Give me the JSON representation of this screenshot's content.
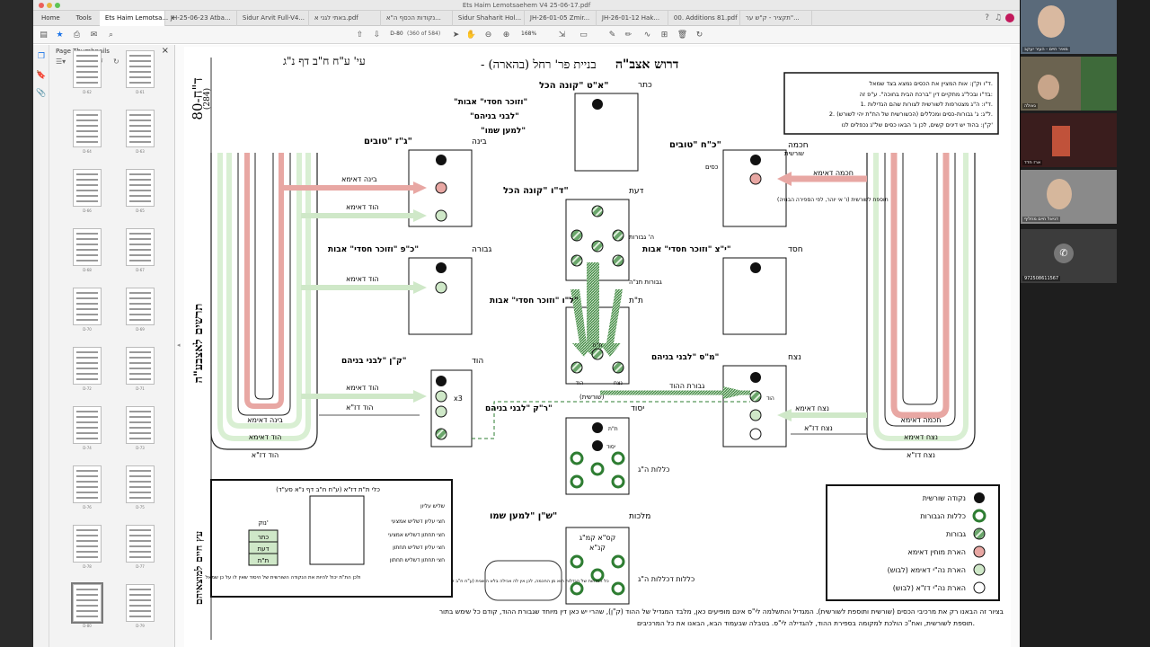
{
  "window": {
    "title": "Ets Haim Lemotsaehem V4 25-06-17.pdf"
  },
  "nav": {
    "home": "Home",
    "tools": "Tools"
  },
  "tabs": [
    "Ets Haim Lemotsa...",
    "JH-25-06-23 Atba...",
    "Sidur Arvit Full-V4...",
    "באתי לגני א.pdf",
    "נקודות הכסף ה\"א...",
    "Sidur Shaharit Hol...",
    "JH-26-01-05 Zmir...",
    "JH-26-01-12 Hak...",
    "00. Additions 81.pdf",
    "תקציר - ק\"ש ער\"..."
  ],
  "toolbar": {
    "page_value": "D-80",
    "page_count": "(360 of 584)",
    "zoom": "168%"
  },
  "thumbnails": {
    "title": "Page Thumbnails",
    "labels": [
      [
        "D-62",
        "D-61"
      ],
      [
        "D-64",
        "D-63"
      ],
      [
        "D-66",
        "D-65"
      ],
      [
        "D-68",
        "D-67"
      ],
      [
        "D-70",
        "D-69"
      ],
      [
        "D-72",
        "D-71"
      ],
      [
        "D-74",
        "D-73"
      ],
      [
        "D-76",
        "D-75"
      ],
      [
        "D-78",
        "D-77"
      ],
      [
        "D-80",
        "D-79"
      ]
    ]
  },
  "doc": {
    "vert_top": "80-ד\"ח",
    "vert_top2": "(284)",
    "vert_mid": "תרשים לאצבע\"ה",
    "vert_bot": "עץ חיים למוצאיהם",
    "title_main": "דרוש אצב\"ה",
    "title_sub": " - בניית פר' רחל (בהארה)",
    "ref": "עי' ע\"ח ח\"ב דף נ\"ג",
    "notes": [
      "ד\"ו וק\"ן: אות המציין את הכסים נמצא בצד שמאל.",
      "בד\"ו ובכל\"ג מתקיים דין \"ברכת הבית בחוכה\". ע\"פ זה:",
      "1. ד\"ו: ה\"ג מצטרפות לשורשית לצורות שהם הגדילות.",
      "2. ל\"ג: ג' גבורות-כסים ומכללים (הכשורשית של הת\"ת יהי לשורש).",
      "ק\"ן: בהוד יש דינים קשים, לכן ג' הבאו כסים של\"ג נכפלים לנו'"
    ],
    "sefirot": {
      "keter": "כתר",
      "keter_name": "א\"ט \"קונה הכל\"",
      "keter_l2": "\"וזוכר חסדי\" אבות\"",
      "keter_l3": "\"לבני בניהם\"",
      "keter_l4": "\"למען שמו\"",
      "chochma": "חכמה",
      "chochma_name": "כ\"ח \"טובים\"",
      "bina": "בינה",
      "bina_name": "ג\"ז \"טובים\"",
      "daat": "דעת",
      "daat_name": "ד\"ו \"קונה הכל\"",
      "chesed": "חסד",
      "chesed_name": "י\"צ \"וזוכר חסדי\" אבות\"",
      "gevura": "גבורה",
      "gevura_name": "כ\"פ \"וזוכר חסדי\" אבות\"",
      "tiferet": "ת\"ת",
      "tiferet_name": "ל\"ו \"וזוכר חסדי\" אבות\"",
      "netzach": "נצח",
      "netzach_name": "מ\"ס \"לבני בניהם\"",
      "hod": "הוד",
      "hod_name": "ק\"ן \"לבני בניהם\"",
      "yesod": "יסוד",
      "yesod_name": "ר\"ק \"לבני בניהם\"",
      "malchut": "מלכות",
      "malchut_name": "ש\"ן \"למען שמו\""
    },
    "labels": {
      "bina_dima": "בינה דאימא",
      "hod_dima": "הוד דאימא",
      "hod_dza": "הוד דז\"א",
      "chochma_dima": "חכמה דאימא",
      "netzach_dima": "נצח דאימא",
      "netzach_dza": "נצח דז\"א",
      "shorshit": "שורשית",
      "kisim": "כסים",
      "tosefet": "תוספת לשורשית (ו' אי יוהר, לפי הספירה הבנויה)",
      "hey_gevurot": "ה' גבורות",
      "gevurot_tanya": "גבורות תנ\"ה",
      "gevurat_hod": "גבורת ההוד",
      "klalut_hag": "כללות ה\"ג",
      "klalut_dklalut": "כללות דכללות ה\"ג",
      "x3": "x3",
      "tt": "ת\"ת",
      "yesod_in": "יסוד",
      "shorshit2": "(שורשית)",
      "kasa": "קס\"א קמ\"ג",
      "kana": "קנ\"א",
      "hod_lbl": "הוד",
      "netzach_lbl": "נצח"
    },
    "kelim": {
      "title": "כלי ת\"ת דז\"א (ע\"ח ח\"ב דף נ\"א סע\"ד)",
      "rows": [
        "כתר",
        "דעת",
        "ת\"ת"
      ],
      "side": "נוק'",
      "lines": [
        "שליש עליון",
        "חצי עליון דשליש אמצעי",
        "חצי תחתון דשליש אמצעי",
        "חצי עליון דשליש תחתון",
        "חצי תחתון דשליש תחתון"
      ],
      "note": "ולכן הת\"ת יכול להיות את הנקודה השורשית של היסוד שאין לו על כן שמאל"
    },
    "small_note": "כל המוחות של הגדלות הוא מן החכמה, לכן אין לה אכילה בלא הושנית (ע\"ח ח\"ב דף נ\"א)",
    "legend": [
      "נקודה שורשית",
      "כללות הגבורות",
      "גבורות",
      "הארת מוחין דאימא",
      "הארת נה\"י דאימא (לבוש)",
      "הארת נה\"י דז\"א (לבוש)"
    ],
    "footer_l1": "בציור זה הבאנו רק את מרכיבי הכסים (שורשית ותוספת לשורשית). המגדיל והתשלמה לי\"ס אינם מופיעים כאן, מלבד המגדיל של ההוד (ק\"ן), שהרי יש כאן דין מיוחד שגבורת ההוד, קודם כל שימש בתור",
    "footer_l2": "תוספת לשורשית, ואח\"כ הולכת למקומה בספירת ההוד, להגדילה לי\"ס. בטבלה שבעמוד הבא, הבאנו את כל המרכיבים."
  },
  "participants": [
    "מאיר חיים - העיר יעקב",
    "גאולה",
    "ארז חדד",
    "דניאל חיים מחליף",
    "972508611567"
  ],
  "colors": {
    "accent": "#1a73e8",
    "pink": "#e8a7a3",
    "light_green": "#cfe8c8",
    "dark_green": "#4e8f50"
  }
}
